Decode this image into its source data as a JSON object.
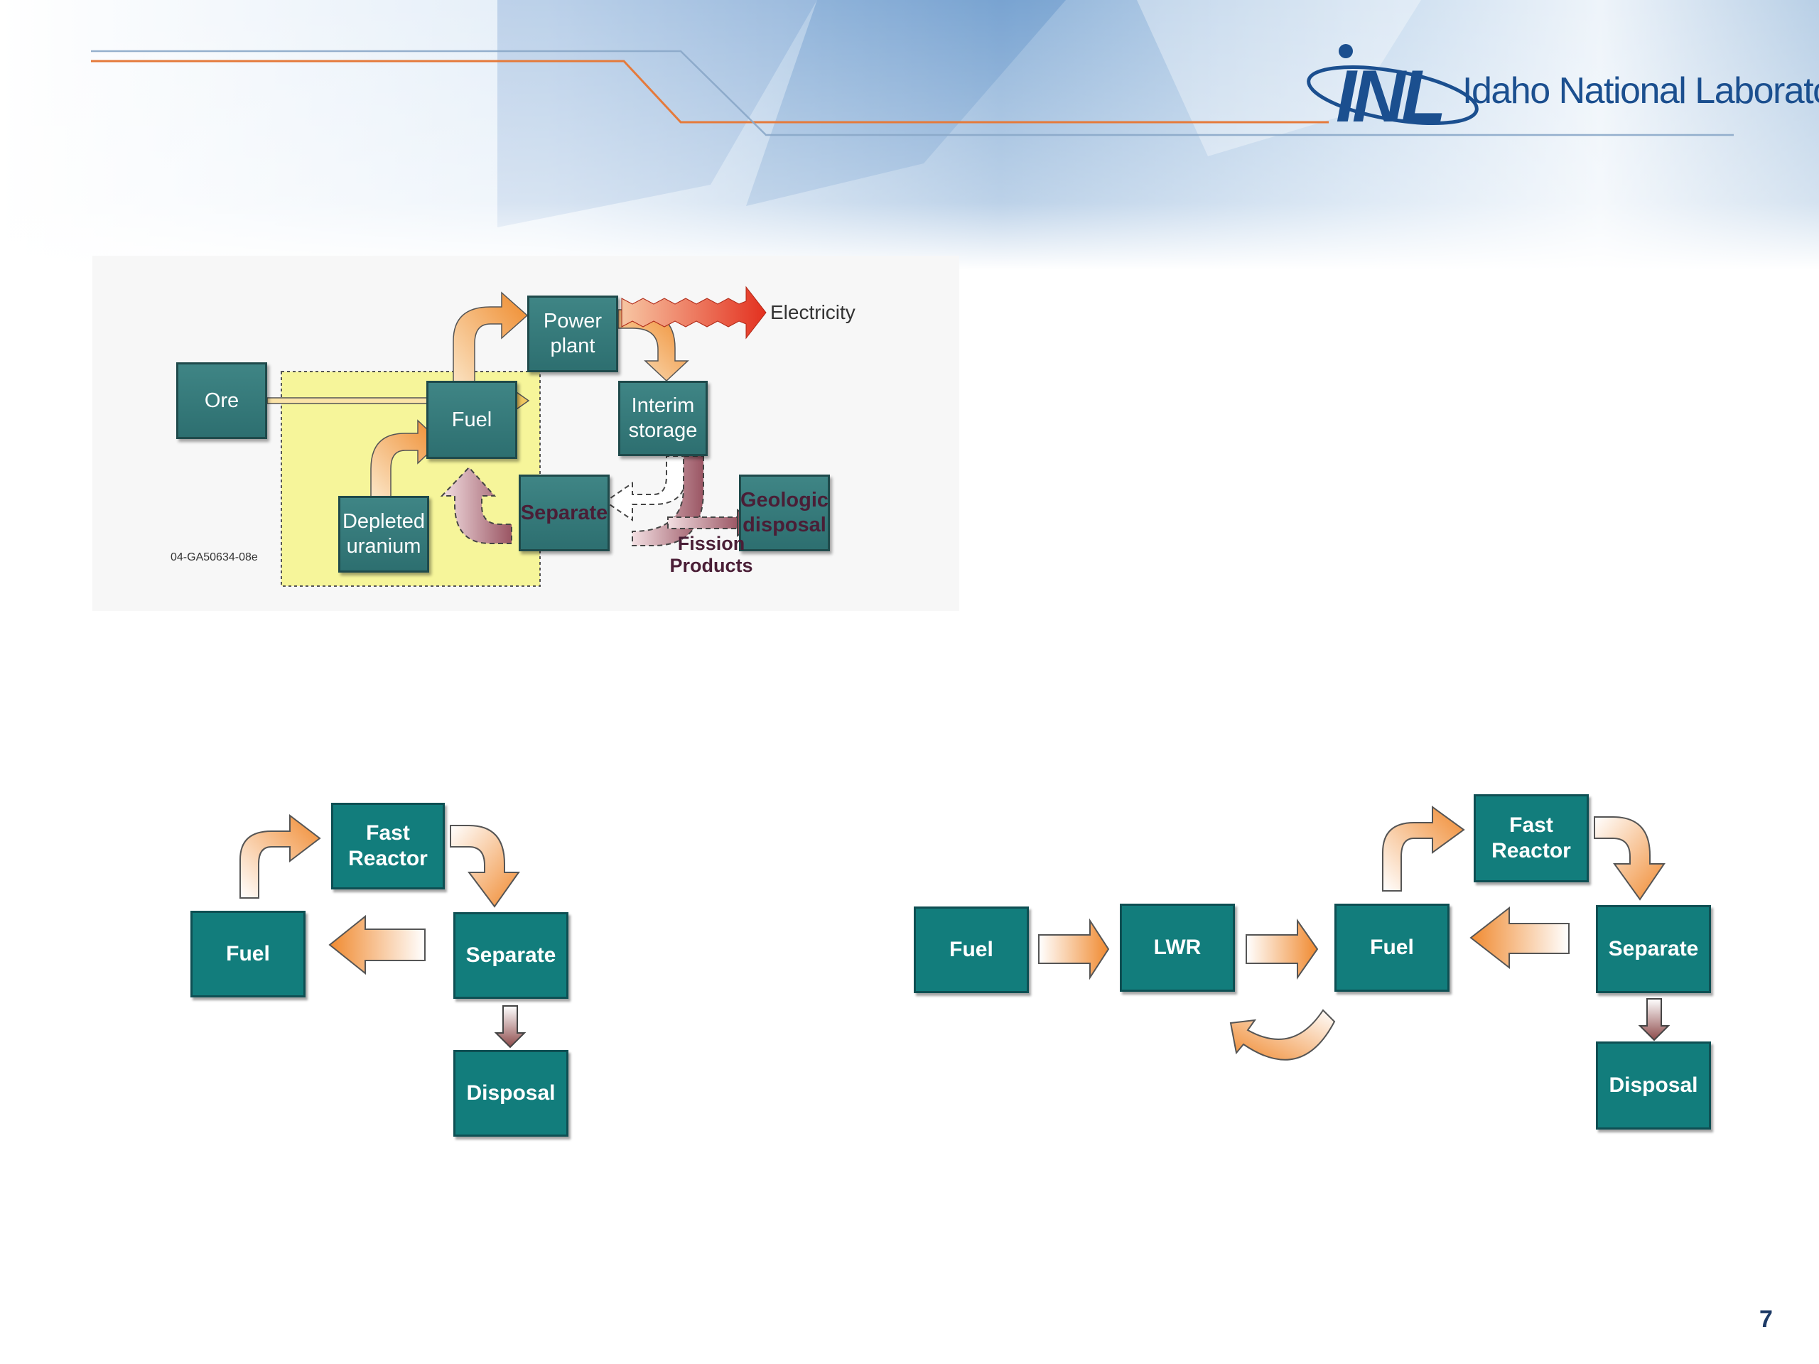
{
  "brand": {
    "logo_letters": "INL",
    "org_name": "Idaho National Laboratory",
    "colors": {
      "brand_blue": "#1b4f8f",
      "accent_orange": "#e8762a",
      "box_teal": "#127d7c"
    }
  },
  "figure": {
    "boxes": {
      "ore": "Ore",
      "fuel": "Fuel",
      "power_plant": "Power\nplant",
      "interim_storage": "Interim\nstorage",
      "depleted_uranium": "Depleted\nuranium",
      "separate": "Separate",
      "geologic_disposal": "Geologic\ndisposal"
    },
    "labels": {
      "electricity": "Electricity",
      "fission_products": "Fission\nProducts",
      "figure_code": "04-GA50634-08e"
    }
  },
  "cycle_a": {
    "fast_reactor": "Fast\nReactor",
    "fuel": "Fuel",
    "separate": "Separate",
    "disposal": "Disposal"
  },
  "cycle_b": {
    "fuel_1": "Fuel",
    "lwr": "LWR",
    "fuel_2": "Fuel",
    "fast_reactor": "Fast\nReactor",
    "separate": "Separate",
    "disposal": "Disposal"
  },
  "footer": {
    "page_number": "7"
  },
  "icons": [
    "inl-logo-icon",
    "orange-arrow-icon",
    "curved-arrow-icon",
    "zigzag-electricity-arrow-icon",
    "dashed-recycle-arrow-icon"
  ]
}
